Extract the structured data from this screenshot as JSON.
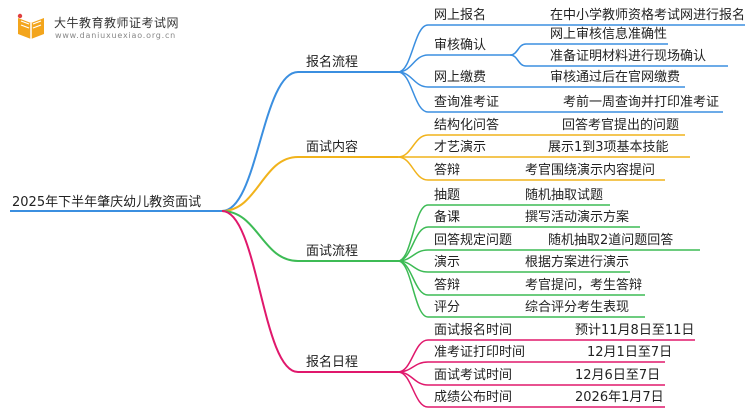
{
  "logo": {
    "title": "大牛教育教师证考试网",
    "subtitle": "www.daniuxuexiao.org.cn"
  },
  "root": {
    "label": "2025年下半年肇庆幼儿教资面试"
  },
  "branches": [
    {
      "label": "报名流程",
      "color": "#3b8fe0",
      "children": [
        {
          "label": "网上报名",
          "detail": "在中小学教师资格考试网进行报名"
        },
        {
          "label": "审核确认",
          "details": [
            "网上审核信息准确性",
            "准备证明材料进行现场确认"
          ]
        },
        {
          "label": "网上缴费",
          "detail": "审核通过后在官网缴费"
        },
        {
          "label": "查询准考证",
          "detail": "考前一周查询并打印准考证"
        }
      ]
    },
    {
      "label": "面试内容",
      "color": "#f1b31c",
      "children": [
        {
          "label": "结构化问答",
          "detail": "回答考官提出的问题"
        },
        {
          "label": "才艺演示",
          "detail": "展示1到3项基本技能"
        },
        {
          "label": "答辩",
          "detail": "考官围绕演示内容提问"
        }
      ]
    },
    {
      "label": "面试流程",
      "color": "#3dbb55",
      "children": [
        {
          "label": "抽题",
          "detail": "随机抽取试题"
        },
        {
          "label": "备课",
          "detail": "撰写活动演示方案"
        },
        {
          "label": "回答规定问题",
          "detail": "随机抽取2道问题回答"
        },
        {
          "label": "演示",
          "detail": "根据方案进行演示"
        },
        {
          "label": "答辩",
          "detail": "考官提问，考生答辩"
        },
        {
          "label": "评分",
          "detail": "综合评分考生表现"
        }
      ]
    },
    {
      "label": "报名日程",
      "color": "#e0186c",
      "children": [
        {
          "label": "面试报名时间",
          "detail": "预计11月8日至11日"
        },
        {
          "label": "准考证打印时间",
          "detail": "12月1日至7日"
        },
        {
          "label": "面试考试时间",
          "detail": "12月6日至7日"
        },
        {
          "label": "成绩公布时间",
          "detail": "2026年1月7日"
        }
      ]
    }
  ]
}
